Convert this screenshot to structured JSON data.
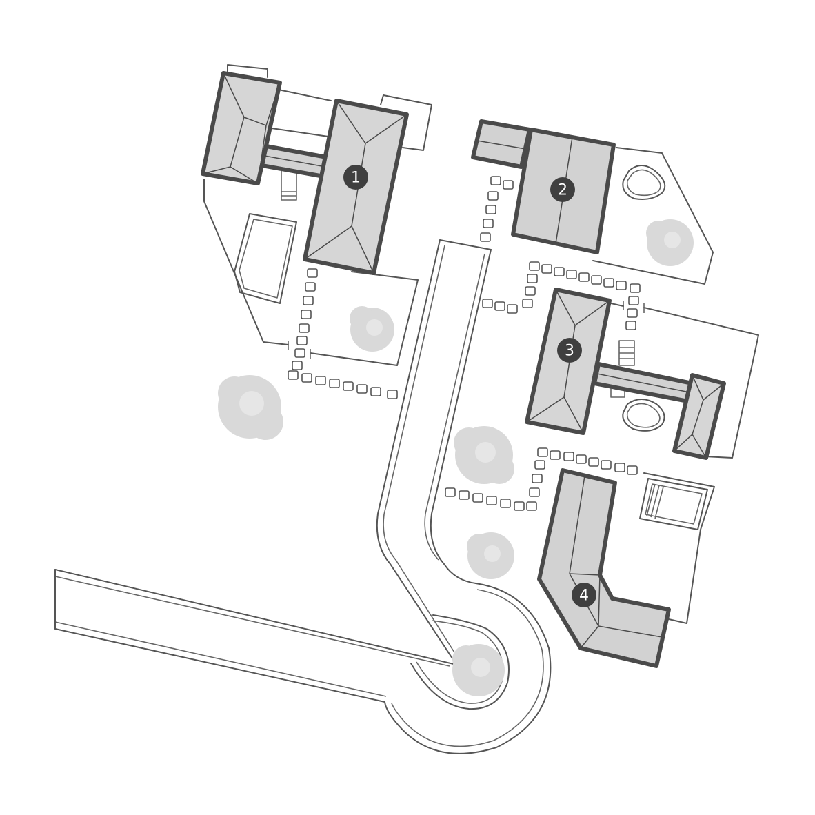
{
  "buildings": [
    {
      "label": "1"
    },
    {
      "label": "2"
    },
    {
      "label": "3"
    },
    {
      "label": "4"
    }
  ],
  "colors": {
    "ink": "#4a4a4a",
    "roof": "#d6d6d6",
    "badge": "#3f3f3f",
    "tree": "#d9d9d9"
  }
}
